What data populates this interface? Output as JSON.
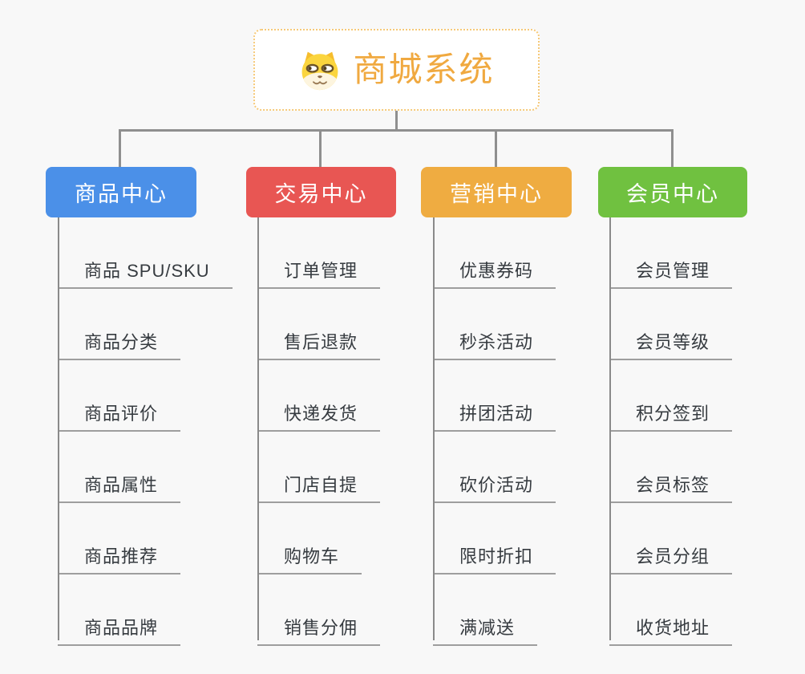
{
  "root": {
    "title": "商城系统",
    "icon": "dog-face-icon"
  },
  "branches": [
    {
      "label": "商品中心",
      "color": "#4b90e8",
      "items": [
        "商品 SPU/SKU",
        "商品分类",
        "商品评价",
        "商品属性",
        "商品推荐",
        "商品品牌"
      ]
    },
    {
      "label": "交易中心",
      "color": "#e85653",
      "items": [
        "订单管理",
        "售后退款",
        "快递发货",
        "门店自提",
        "购物车",
        "销售分佣"
      ]
    },
    {
      "label": "营销中心",
      "color": "#efac41",
      "items": [
        "优惠券码",
        "秒杀活动",
        "拼团活动",
        "砍价活动",
        "限时折扣",
        "满减送"
      ]
    },
    {
      "label": "会员中心",
      "color": "#70c140",
      "items": [
        "会员管理",
        "会员等级",
        "积分签到",
        "会员标签",
        "会员分组",
        "收货地址"
      ]
    }
  ],
  "colors": {
    "background": "#f8f8f8",
    "connector": "#8f8f8f",
    "leaf_underline": "#9e9e9e",
    "leaf_text": "#363b40",
    "root_border": "#f6c978",
    "root_title": "#f0a940"
  }
}
